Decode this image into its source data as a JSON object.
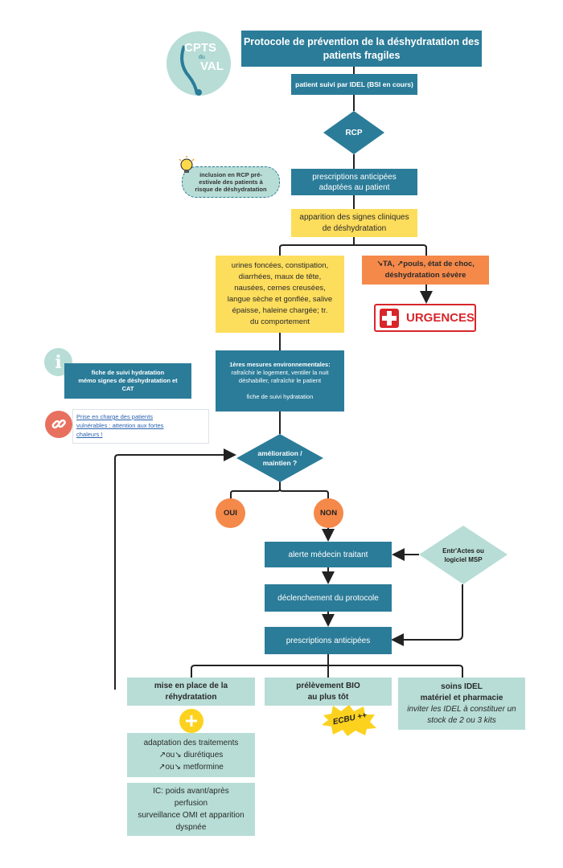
{
  "logo": {
    "top": "CPTS",
    "sub": "du",
    "bottom": "VAL"
  },
  "title": [
    "Protocole de prévention de la déshydratation des",
    "patients fragiles"
  ],
  "patient_box": "patient suivi par IDEL (BSI en cours)",
  "rcp": "RCP",
  "rcp_note": [
    "inclusion en RCP pré-",
    "estivale des patients à",
    "risque de déshydratation"
  ],
  "prescriptions_anticipees_top": [
    "prescriptions anticipées",
    "adaptées au patient"
  ],
  "signes": [
    "apparition des signes cliniques",
    "de déshydratation"
  ],
  "symptoms": [
    "urines foncées, constipation,",
    "diarrhées, maux de tête,",
    "nausées, cernes creusées,",
    "langue sèche et gonflée, salive",
    "épaisse, haleine chargée; tr.",
    "du comportement"
  ],
  "severe": [
    "↘TA, ↗pouls, état de choc,",
    "déshydratation sévère"
  ],
  "urgences": "URGENCES",
  "mesures": {
    "title": "1ères mesures environnementales:",
    "lines": [
      "rafraîchir le logement, ventiler la nuit",
      "déshabiller, rafraîchir le patient"
    ],
    "fiche": "fiche de suivi hydratation"
  },
  "info_box": [
    "fiche de suivi hydratation",
    "mémo signes de déshydratation et",
    "CAT"
  ],
  "link_box": [
    "Prise en charge des patients",
    "vulnérables : attention aux fortes",
    "chaleurs !"
  ],
  "amelioration": [
    "amélioration /",
    "maintien ?"
  ],
  "oui": "OUI",
  "non": "NON",
  "alerte": "alerte médecin traitant",
  "entractes": [
    "Entr'Actes ou",
    "logiciel MSP"
  ],
  "declenchement": "déclenchement du protocole",
  "prescriptions_anticipees": "prescriptions anticipées",
  "rehydratation": [
    "mise en place de la",
    "réhydratation"
  ],
  "prelevement": [
    "prélèvement BIO",
    "au plus tôt"
  ],
  "ecbu": "ECBU ++",
  "soins": {
    "l1": "soins IDEL",
    "l2": "matériel et pharmacie",
    "italic": [
      "inviter les IDEL à constituer un",
      "stock de 2 ou 3 kits"
    ]
  },
  "adaptation": [
    "adaptation des traitements",
    "↗ou↘ diurétiques",
    "↗ou↘  metformine"
  ],
  "ic": [
    "IC: poids avant/après",
    "perfusion",
    "surveillance OMI et apparition",
    "dyspnée"
  ],
  "colors": {
    "blue": "#2b7c99",
    "yellow": "#fddd5c",
    "orange": "#f5894a",
    "mint": "#b7ddd6",
    "red": "#d8262b"
  }
}
